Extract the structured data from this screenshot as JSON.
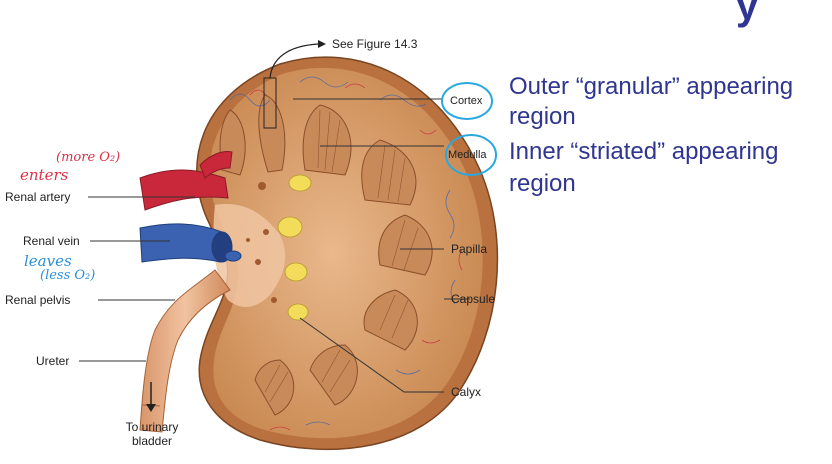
{
  "title_fragment": "y",
  "figure": {
    "see_figure": "See Figure 14.3",
    "labels": {
      "cortex": "Cortex",
      "medulla": "Medulla",
      "renal_artery": "Renal artery",
      "renal_vein": "Renal vein",
      "renal_pelvis": "Renal pelvis",
      "ureter": "Ureter",
      "papilla": "Papilla",
      "capsule": "Capsule",
      "calyx": "Calyx",
      "to_bladder_line1": "To urinary",
      "to_bladder_line2": "bladder"
    }
  },
  "handwritten": {
    "artery_note_o2": "(more O₂)",
    "artery_note_word": "enters",
    "vein_note_word": "leaves",
    "vein_note_o2": "(less O₂)"
  },
  "descriptions": {
    "cortex_line1": "Outer “granular” appearing",
    "cortex_line2": "region",
    "medulla_line1": "Inner “striated” appearing",
    "medulla_line2": "region"
  },
  "colors": {
    "description_text": "#2f3590",
    "circle_highlight": "#29a8e0",
    "handwriting_red": "#d8324a",
    "handwriting_blue": "#2b8fd6",
    "artery": "#c8283a",
    "vein": "#3a62b0"
  }
}
